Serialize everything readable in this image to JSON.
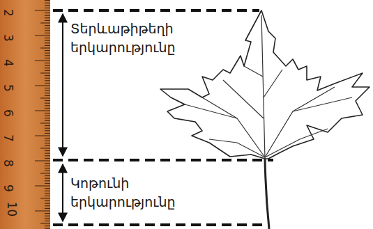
{
  "diagram": {
    "labels": [
      "2",
      "3",
      "4",
      "5",
      "6",
      "7",
      "8",
      "9",
      "10",
      "Տերևաթիթեղի երկարությունը",
      "Կոթունի երկարությունը"
    ]
  }
}
